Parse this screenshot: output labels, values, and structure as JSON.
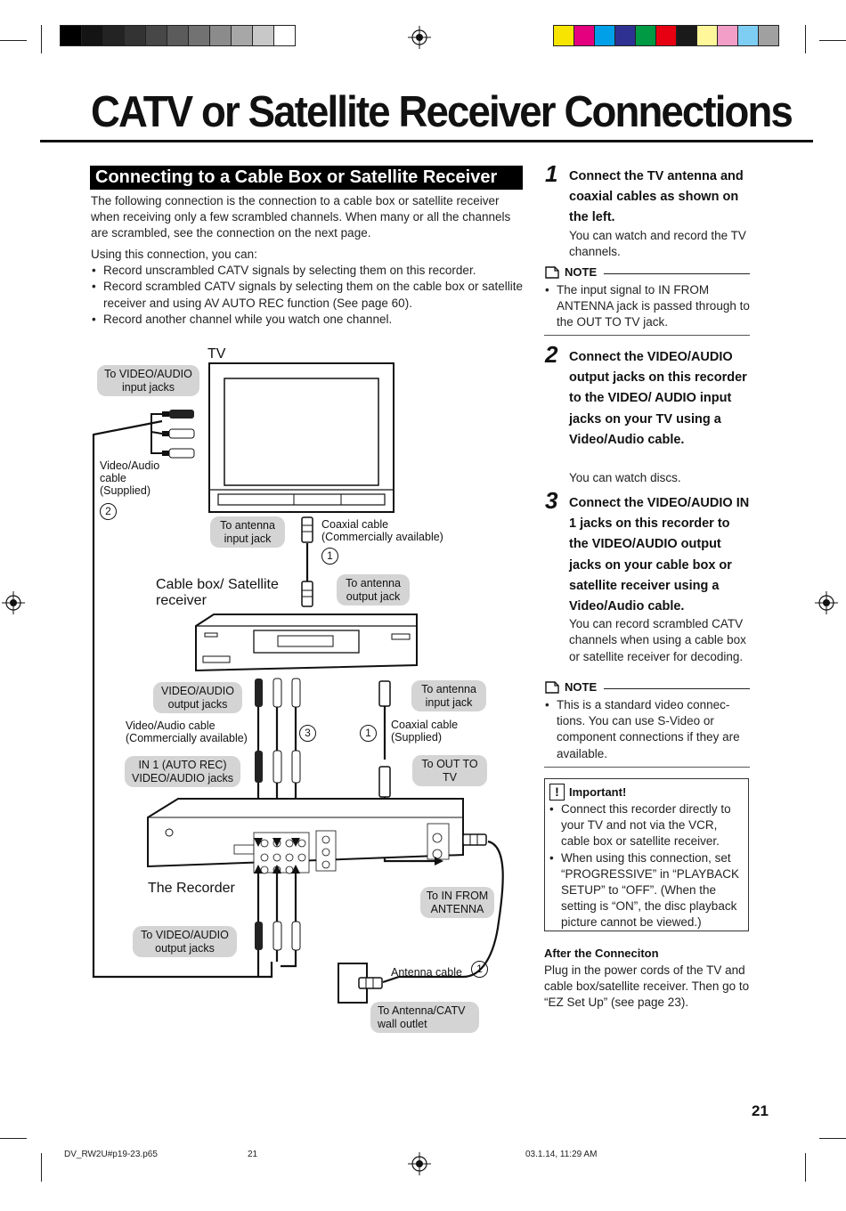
{
  "page": {
    "title": "CATV or Satellite Receiver Connections",
    "section_heading": "Connecting to a Cable Box or Satellite Receiver (1)",
    "intro": "The following connection is the connection to a cable box or satellite receiver when receiving only a few scrambled channels. When many or all the channels are scrambled, see the connection on the next page.",
    "using_lead": "Using this connection, you can:",
    "using_items": [
      "Record unscrambled CATV signals by selecting them on this recorder.",
      "Record scrambled CATV signals by selecting them on the cable box or satellite receiver and using AV AUTO REC function (See page 60).",
      "Record another channel while you watch one channel."
    ],
    "page_number": "21"
  },
  "diagram": {
    "tv": "TV",
    "to_tv_av_input": "To VIDEO/AUDIO input jacks",
    "av_cable_supplied": "Video/Audio cable (Supplied)",
    "num_2": "2",
    "to_antenna_input": "To antenna input jack",
    "coax_commercial": "Coaxial cable (Commercially available)",
    "num_1a": "1",
    "cable_box_label": "Cable box/ Satellite receiver",
    "to_antenna_output": "To antenna output jack",
    "av_output_jacks": "VIDEO/AUDIO output jacks",
    "to_antenna_input_jack": "To antenna input jack",
    "av_cable_commercial": "Video/Audio cable (Commercially available)",
    "num_3": "3",
    "num_1b": "1",
    "coax_supplied": "Coaxial cable (Supplied)",
    "in1_jacks": "IN 1 (AUTO REC) VIDEO/AUDIO jacks",
    "to_out_to_tv": "To OUT TO TV",
    "recorder_label": "The Recorder",
    "to_in_from_antenna": "To IN FROM ANTENNA",
    "to_av_output_jacks": "To VIDEO/AUDIO output jacks",
    "antenna_cable": "Antenna cable",
    "num_1c": "1",
    "to_wall_outlet": "To Antenna/CATV wall outlet"
  },
  "steps": [
    {
      "num": "1",
      "head": "Connect the TV antenna and coaxial cables as shown on the left.",
      "body": "You can watch and record the TV channels."
    },
    {
      "num": "2",
      "head": "Connect the VIDEO/AUDIO output jacks on this recorder to the VIDEO/ AUDIO input jacks on your TV using a Video/Audio cable.",
      "body": "You can watch discs."
    },
    {
      "num": "3",
      "head": "Connect the VIDEO/AUDIO IN 1 jacks on this recorder to the VIDEO/AUDIO output jacks on your cable box or satellite receiver using a Video/Audio cable.",
      "body": "You can record scrambled CATV channels when using a cable box or satellite receiver for decoding."
    }
  ],
  "note1": {
    "head": "NOTE",
    "item": "The input signal to IN FROM ANTENNA jack is passed through to the OUT TO TV jack."
  },
  "note2": {
    "head": "NOTE",
    "item": "This is a standard video connec- tions. You can use S-Video or component connections if they are available."
  },
  "important": {
    "head": "Important!",
    "items": [
      "Connect this recorder directly to your TV and not via the VCR, cable box or satellite receiver.",
      "When using this connection, set “PROGRESSIVE” in “PLAYBACK SETUP” to “OFF”. (When the setting is “ON”, the disc playback picture cannot be viewed.)"
    ]
  },
  "after": {
    "head": "After the Conneciton",
    "body": "Plug in the power cords of the TV and cable box/satellite receiver. Then go to “EZ Set Up” (see page 23)."
  },
  "footer": {
    "file": "DV_RW2U#p19-23.p65",
    "page": "21",
    "date": "03.1.14, 11:29 AM"
  },
  "colors": {
    "gray_bars": [
      "#000000",
      "#141414",
      "#232323",
      "#333333",
      "#474747",
      "#5b5b5b",
      "#727272",
      "#8b8b8b",
      "#a7a7a7",
      "#c8c8c8",
      "#ffffff"
    ],
    "color_bars": [
      "#f7e400",
      "#e4007f",
      "#00a0e9",
      "#2e3192",
      "#009944",
      "#e60012",
      "#1a1a1a",
      "#fff799",
      "#f29ec8",
      "#7ecef4",
      "#a0a0a0"
    ],
    "pill_fill": "#d4d4d4"
  }
}
